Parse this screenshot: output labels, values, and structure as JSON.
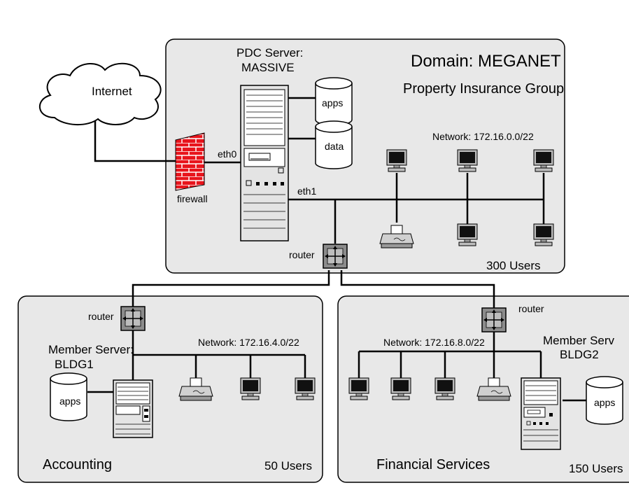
{
  "internet": {
    "label": "Internet"
  },
  "firewall": {
    "label": "firewall"
  },
  "pdc": {
    "title_line1": "PDC Server:",
    "title_line2": "MASSIVE",
    "eth0": "eth0",
    "eth1": "eth1",
    "disk_apps": "apps",
    "disk_data": "data"
  },
  "domain": {
    "title": "Domain: MEGANET",
    "subtitle": "Property Insurance Group",
    "network": "Network: 172.16.0.0/22",
    "users": "300 Users"
  },
  "router_main": {
    "label": "router"
  },
  "accounting": {
    "router": "router",
    "server_line1": "Member Server:",
    "server_line2": "BLDG1",
    "network": "Network: 172.16.4.0/22",
    "disk": "apps",
    "name": "Accounting",
    "users": "50 Users"
  },
  "financial": {
    "router": "router",
    "server_line1": "Member Serv",
    "server_line2": "BLDG2",
    "network": "Network: 172.16.8.0/22",
    "disk": "apps",
    "name": "Financial Services",
    "users": "150 Users"
  },
  "colors": {
    "box_fill": "#e8e8e8",
    "firewall_red": "#e8141c",
    "router_gray": "#8c8c8c"
  }
}
